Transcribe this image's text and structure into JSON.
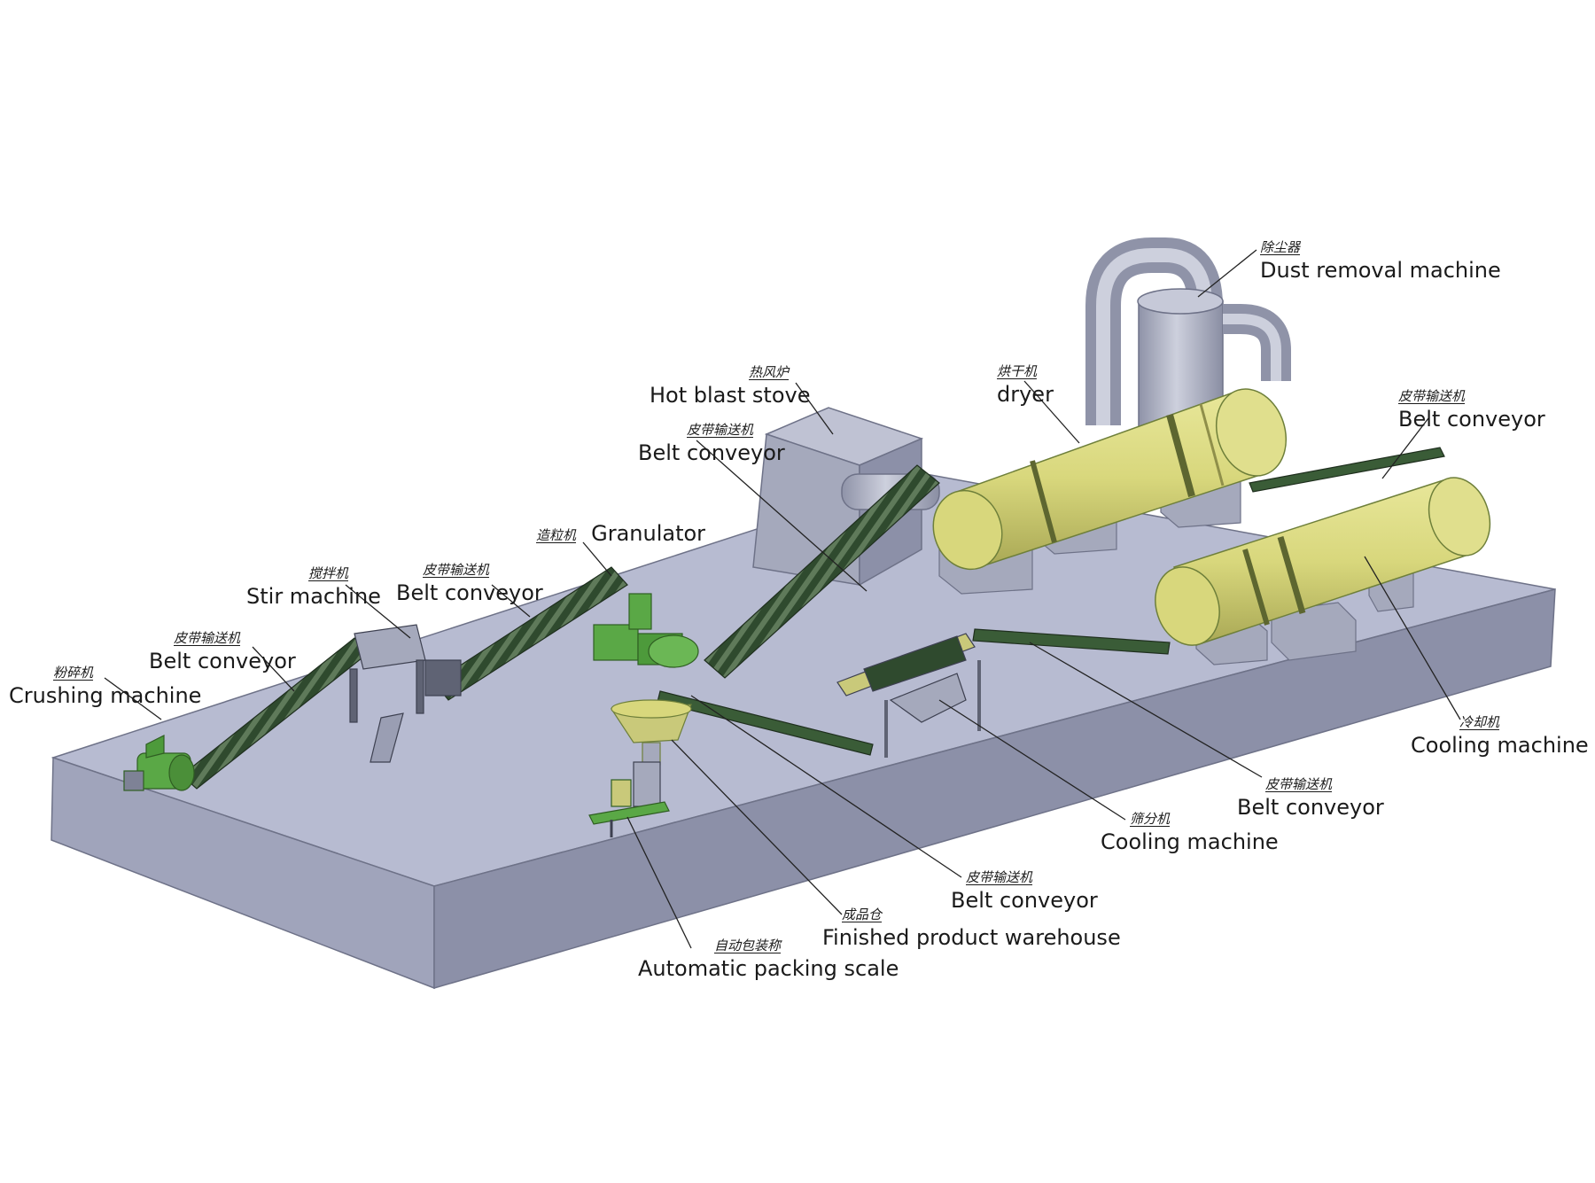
{
  "colors": {
    "platform_top": "#b7bbd1",
    "platform_front": "#a0a4bb",
    "platform_side": "#8c90a8",
    "drum_yellow": "#d8d77c",
    "drum_shade": "#b8b75e",
    "machine_green": "#5aa846",
    "conveyor_dark": "#2f4a2e",
    "steel": "#a5a9bc",
    "steel_dark": "#7e8296",
    "leader": "#222222"
  },
  "labels": [
    {
      "id": "crushing",
      "cn": "粉碎机",
      "en": "Crushing machine"
    },
    {
      "id": "belt1",
      "cn": "皮带输送机",
      "en": "Belt conveyor"
    },
    {
      "id": "stir",
      "cn": "搅拌机",
      "en": "Stir machine"
    },
    {
      "id": "belt2",
      "cn": "皮带输送机",
      "en": "Belt conveyor"
    },
    {
      "id": "granulator",
      "cn": "造粒机",
      "en": "Granulator"
    },
    {
      "id": "hotblast",
      "cn": "热风炉",
      "en": "Hot blast stove"
    },
    {
      "id": "belt3",
      "cn": "皮带输送机",
      "en": "Belt conveyor"
    },
    {
      "id": "dryer",
      "cn": "烘干机",
      "en": "dryer"
    },
    {
      "id": "dust",
      "cn": "除尘器",
      "en": "Dust removal machine"
    },
    {
      "id": "belt4",
      "cn": "皮带输送机",
      "en": "Belt conveyor"
    },
    {
      "id": "cooling",
      "cn": "冷却机",
      "en": "Cooling machine"
    },
    {
      "id": "belt5",
      "cn": "皮带输送机",
      "en": "Belt conveyor"
    },
    {
      "id": "screening",
      "cn": "筛分机",
      "en": "Cooling machine"
    },
    {
      "id": "belt6",
      "cn": "皮带输送机",
      "en": "Belt conveyor"
    },
    {
      "id": "warehouse",
      "cn": "成品仓",
      "en": "Finished product warehouse"
    },
    {
      "id": "packing",
      "cn": "自动包装称",
      "en": "Automatic packing scale"
    }
  ]
}
